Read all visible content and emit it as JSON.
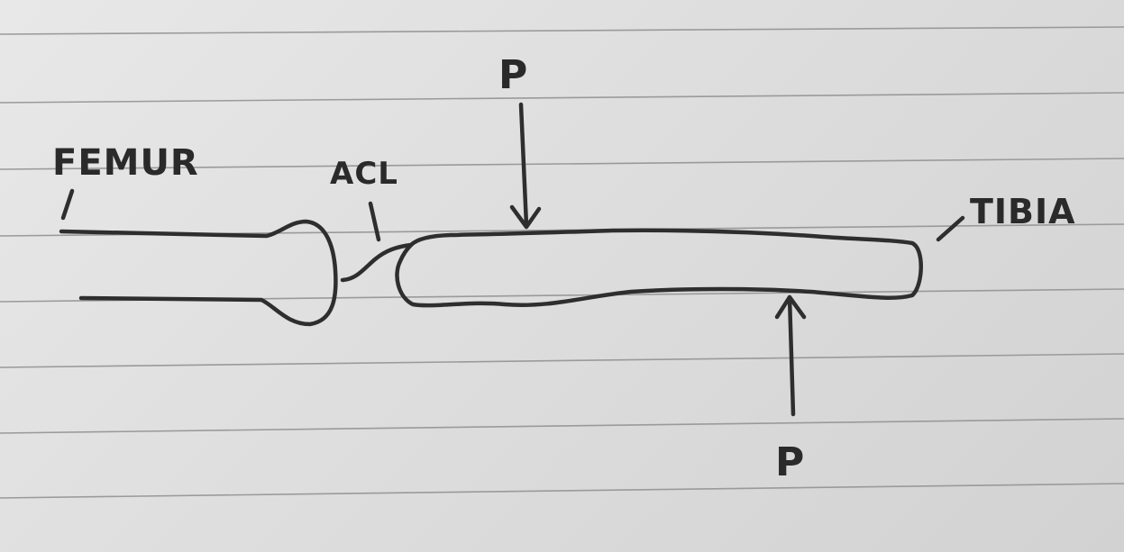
{
  "labels": {
    "femur": "FEMUR",
    "acl": "ACL",
    "tibia": "TIBIA",
    "force_top": "P",
    "force_bottom": "P"
  }
}
